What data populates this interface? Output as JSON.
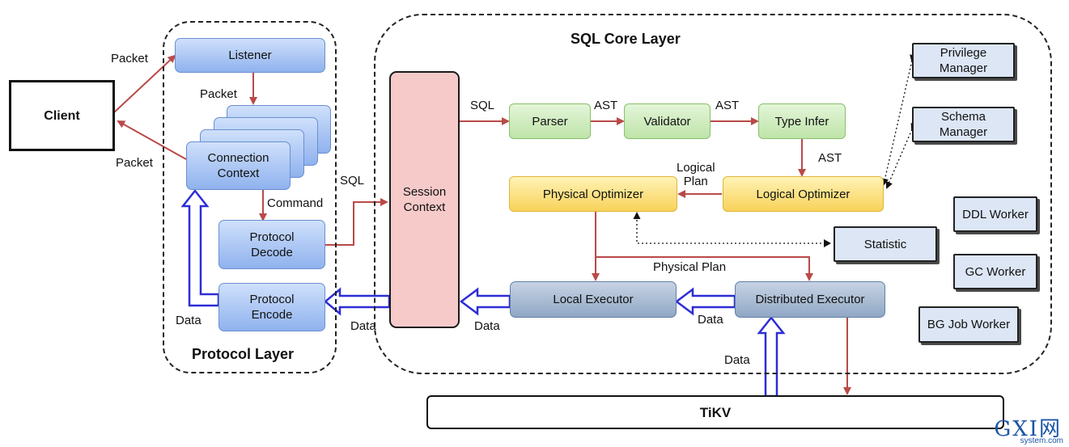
{
  "regions": {
    "protocol_layer": "Protocol Layer",
    "sql_core_layer": "SQL Core Layer"
  },
  "nodes": {
    "client": "Client",
    "listener": "Listener",
    "connection_context": "Connection\nContext",
    "protocol_decode": "Protocol\nDecode",
    "protocol_encode": "Protocol\nEncode",
    "session_context": "Session\nContext",
    "parser": "Parser",
    "validator": "Validator",
    "type_infer": "Type Infer",
    "logical_optimizer": "Logical Optimizer",
    "physical_optimizer": "Physical Optimizer",
    "local_executor": "Local Executor",
    "distributed_executor": "Distributed Executor",
    "privilege_manager": "Privilege\nManager",
    "schema_manager": "Schema\nManager",
    "statistic": "Statistic",
    "ddl_worker": "DDL Worker",
    "gc_worker": "GC Worker",
    "bg_job_worker": "BG Job Worker",
    "tikv": "TiKV"
  },
  "edge_labels": {
    "packet_in": "Packet",
    "packet_listener": "Packet",
    "packet_out": "Packet",
    "command": "Command",
    "sql_to_session": "SQL",
    "sql_to_parser": "SQL",
    "ast_1": "AST",
    "ast_2": "AST",
    "ast_3": "AST",
    "logical_plan": "Logical\nPlan",
    "physical_plan": "Physical Plan",
    "data_encode": "Data",
    "data_session": "Data",
    "data_local": "Data",
    "data_distributed": "Data",
    "data_tikv": "Data"
  },
  "watermark": {
    "text": "GXI网",
    "sub": "system.com"
  }
}
